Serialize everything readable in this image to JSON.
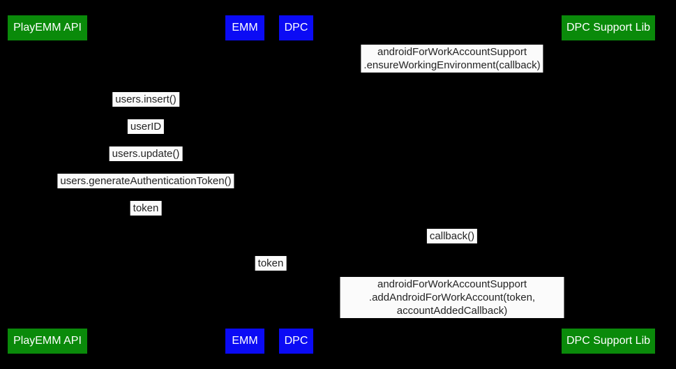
{
  "diagram_type": "sequence-diagram",
  "colors": {
    "background": "#000000",
    "actor_green": "#0a8a0a",
    "actor_blue": "#0b0bf5",
    "actor_text": "#ffffff",
    "message_background": "#fbfbfb",
    "message_text": "#242424"
  },
  "actors": {
    "playemm_api": "PlayEMM API",
    "emm": "EMM",
    "dpc": "DPC",
    "dpc_support_lib": "DPC Support Lib"
  },
  "messages": {
    "ensure_working_environment": "androidForWorkAccountSupport\n.ensureWorkingEnvironment(callback)",
    "users_insert": "users.insert()",
    "user_id": "userID",
    "users_update": "users.update()",
    "users_generate_authentication_token": "users.generateAuthenticationToken()",
    "token_response": "token",
    "callback": "callback()",
    "token_forward": "token",
    "add_android_for_work_account": "androidForWorkAccountSupport\n.addAndroidForWorkAccount(token, accountAddedCallback)"
  }
}
